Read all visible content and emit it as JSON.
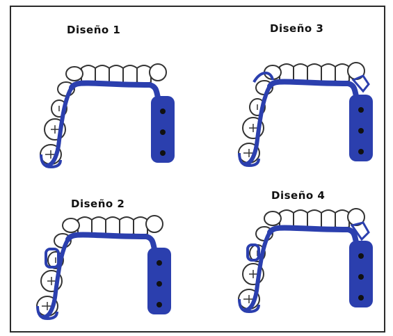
{
  "designs": [
    {
      "title": "Diseño 1"
    },
    {
      "title": "Diseño 3"
    },
    {
      "title": "Diseño 2"
    },
    {
      "title": "Diseño 4"
    }
  ],
  "colors": {
    "frame": "#2a2a2a",
    "metal": "#2b3fae",
    "tooth_outline": "#333333",
    "text": "#111111"
  }
}
